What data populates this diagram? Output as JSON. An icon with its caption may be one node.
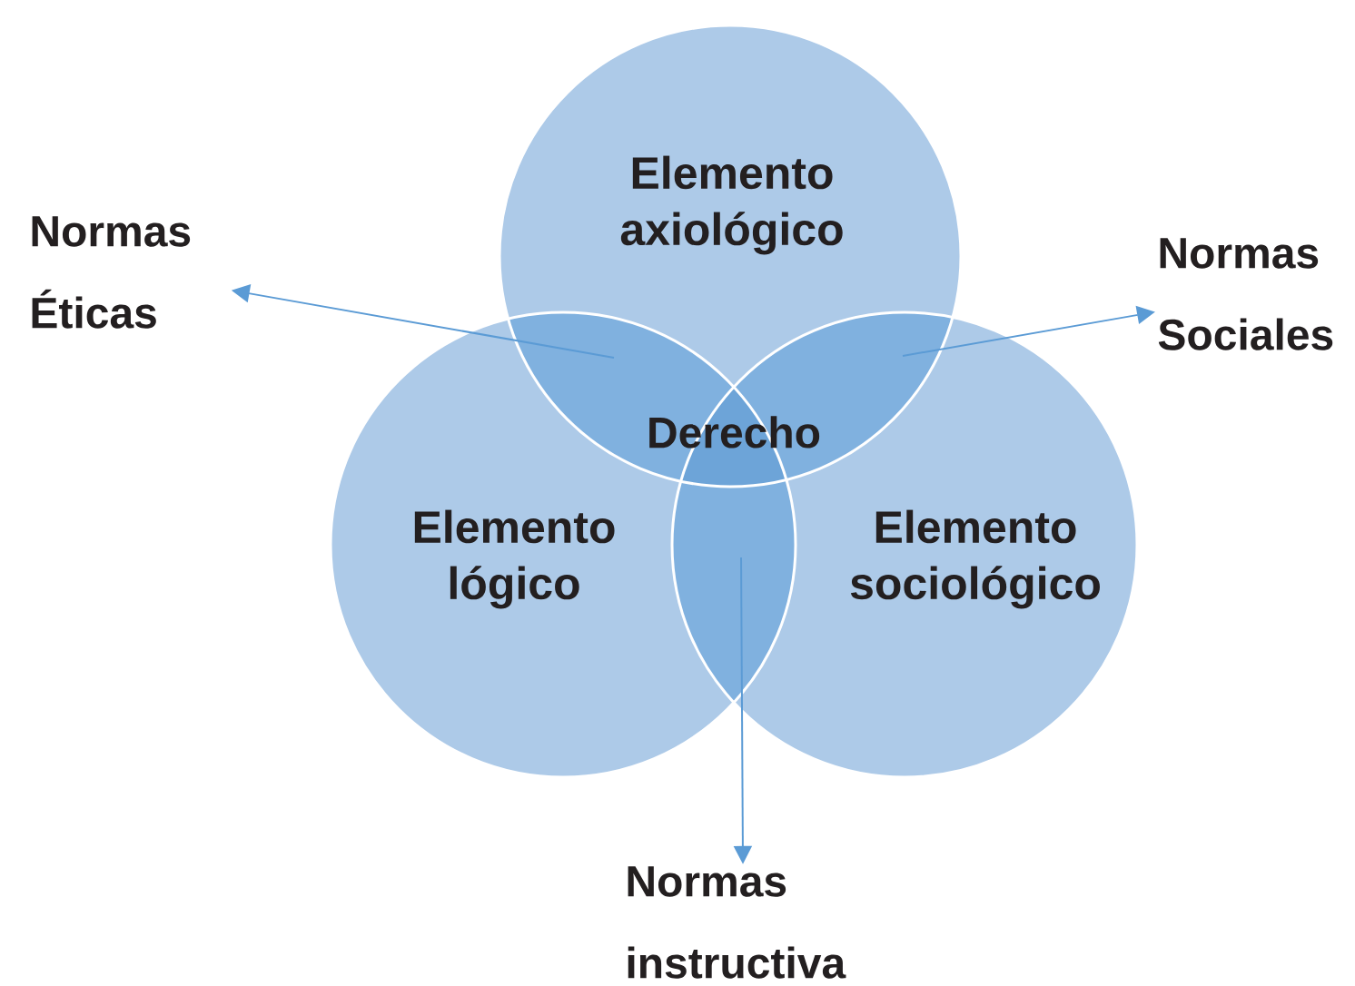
{
  "diagram": {
    "nodes": [
      {
        "text": [
          "Elemento axiológico"
        ]
      },
      {
        "text": [
          "Elemento lógico"
        ]
      },
      {
        "text": [
          "Elemento sociológico"
        ]
      },
      {
        "text": [
          "Derecho"
        ]
      },
      {
        "text": [
          "Normas Éticas"
        ]
      },
      {
        "text": [
          "Normas Sociales"
        ]
      },
      {
        "text": [
          "Normas instructiva"
        ]
      }
    ],
    "edges": [
      {
        "from": null,
        "to": 4,
        "arrow": "to"
      },
      {
        "from": null,
        "to": 5,
        "arrow": "to"
      },
      {
        "from": null,
        "to": 6,
        "arrow": "to"
      }
    ]
  }
}
